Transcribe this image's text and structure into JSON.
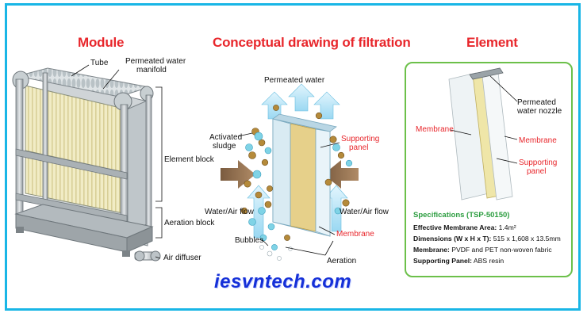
{
  "titles": {
    "module": "Module",
    "filtration": "Conceptual drawing of filtration",
    "element": "Element"
  },
  "module_labels": {
    "tube": "Tube",
    "permeated_manifold_1": "Permeated water",
    "permeated_manifold_2": "manifold",
    "element_block": "Element block",
    "aeration_block": "Aeration block",
    "air_diffuser": "Air diffuser"
  },
  "filtration_labels": {
    "permeated_water": "Permeated water",
    "activated_1": "Activated",
    "activated_2": "sludge",
    "supporting_1": "Supporting",
    "supporting_2": "panel",
    "water_air_left_1": "Water/Air flow",
    "water_air_right_1": "Water/Air flow",
    "membrane": "Membrane",
    "bubbles": "Bubbles",
    "aeration": "Aeration"
  },
  "element_labels": {
    "nozzle_1": "Permeated",
    "nozzle_2": "water nozzle",
    "membrane_left": "Membrane",
    "membrane_right": "Membrane",
    "supporting_1": "Supporting",
    "supporting_2": "panel"
  },
  "specifications": {
    "title": "Specifications (TSP-50150)",
    "area_label": "Effective Membrane Area:",
    "area_value": " 1.4m²",
    "dims_label": "Dimensions (W x H x T):",
    "dims_value": " 515 x 1,608 x 13.5mm",
    "membrane_label": "Membrane:",
    "membrane_value": " PVDF and PET non-woven fabric",
    "panel_label": "Supporting Panel:",
    "panel_value": " ABS resin"
  },
  "watermark": "iesvntech.com",
  "colors": {
    "accent_red": "#e8262b",
    "frame_blue": "#19b6e6",
    "spec_green": "#2b9d3f",
    "box_green": "#6cc04a",
    "watermark_blue": "#1530d8"
  }
}
